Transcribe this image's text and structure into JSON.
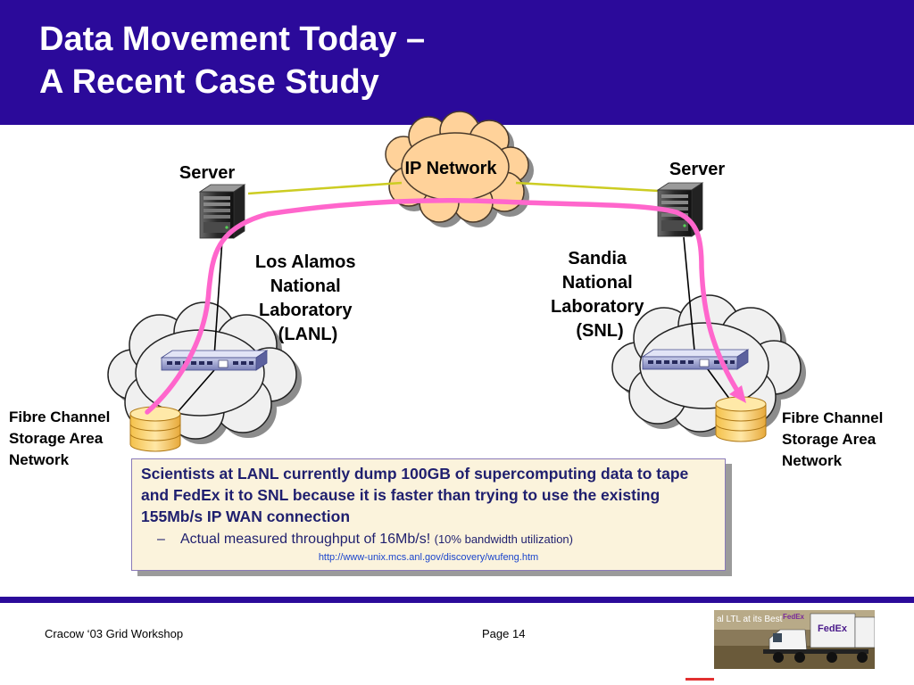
{
  "slide": {
    "title_line1": "Data Movement Today –",
    "title_line2": "A Recent Case Study"
  },
  "diagram": {
    "ip_network_label": "IP Network",
    "server_left_label": "Server",
    "server_right_label": "Server",
    "lanl_label": [
      "Los Alamos",
      "National",
      "Laboratory",
      "(LANL)"
    ],
    "snl_label": [
      "Sandia",
      "National",
      "Laboratory",
      "(SNL)"
    ],
    "san_left_label": [
      "Fibre Channel",
      "Storage Area",
      "Network"
    ],
    "san_right_label": [
      "Fibre Channel",
      "Storage Area",
      "Network"
    ],
    "colors": {
      "header": "#2b0a9a",
      "cloud_fill_ip": "#ffd29a",
      "cloud_fill_san": "#f0f0f0",
      "data_path": "#ff66cc",
      "wan_link": "#cccc22"
    }
  },
  "note": {
    "main_text": "Scientists at LANL currently dump 100GB of supercomputing data to tape and FedEx it to SNL because it is faster than trying to use the existing 155Mb/s IP WAN connection",
    "bullet_dash": "–",
    "bullet_text": "Actual measured throughput of 16Mb/s!",
    "bullet_small": "(10% bandwidth utilization)",
    "url": "http://www-unix.mcs.anl.gov/discovery/wufeng.htm"
  },
  "footer": {
    "left_text": "Cracow ‘03 Grid Workshop",
    "page_text": "Page 14",
    "fedex_tagline": "al LTL at its Best",
    "fedex_logo_text": "FedEx"
  }
}
